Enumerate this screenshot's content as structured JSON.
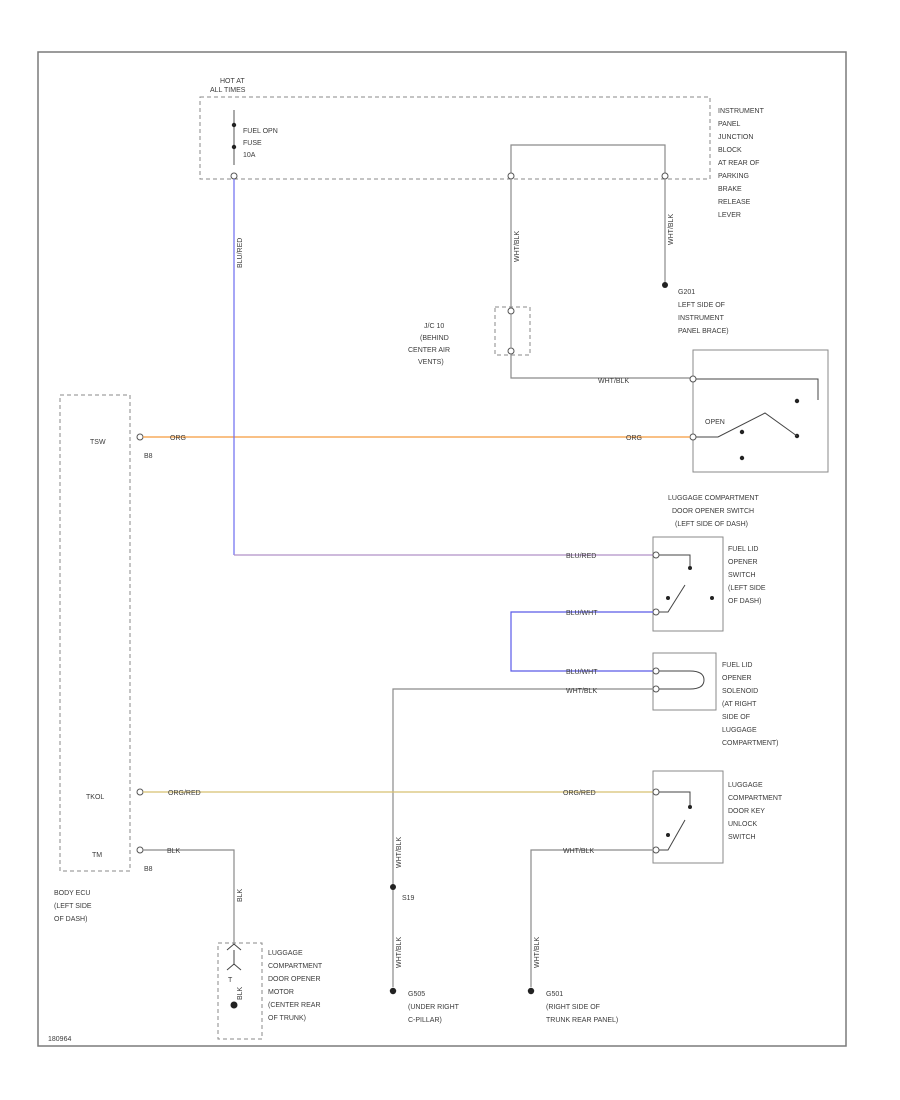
{
  "colors": {
    "orange_wire": "#f59a3c",
    "blue_wire": "#6b6bf0",
    "blue_red_wire": "#b090c8",
    "blue_wht_wire": "#5a5ae8",
    "orange_red_wire": "#d8c070",
    "gray_wire": "#8a8a8a"
  },
  "hot_at": [
    "HOT AT",
    "ALL TIMES"
  ],
  "fuse": [
    "FUEL OPN",
    "FUSE",
    "10A"
  ],
  "ipjb": [
    "INSTRUMENT",
    "PANEL",
    "JUNCTION",
    "BLOCK",
    "AT REAR OF",
    "PARKING",
    "BRAKE",
    "RELEASE",
    "LEVER"
  ],
  "ground_g201": [
    "G201",
    "LEFT SIDE OF",
    "INSTRUMENT",
    "PANEL BRACE)"
  ],
  "jc": [
    "J/C 10",
    "(BEHIND",
    "CENTER AIR",
    "VENTS)"
  ],
  "wires": {
    "wht_blk_1": "WHT/BLK",
    "wht_blk_2": "WHT/BLK",
    "wht_blk_trunk": "WHT/BLK",
    "wht_blk_main": "WHT/BLK",
    "wht_blk_sw": "WHT/BLK",
    "wht_blk_g501": "WHT/BLK",
    "wht_blk_v1": "WHT/BLK",
    "wht_blk_v2": "WHT/BLK",
    "blu_red_v": "BLU/RED",
    "blu_red_h": "BLU/RED",
    "org_1": "ORG",
    "org_2": "ORG",
    "blu_wht_1": "BLU/WHT",
    "blu_wht_2": "BLU/WHT",
    "org_red_1": "ORG/RED",
    "org_red_2": "ORG/RED",
    "blk_1": "BLK",
    "blk_2": "BLK",
    "blk_3": "BLK"
  },
  "ecu": {
    "pin_tsw": "TSW",
    "pin_tkol": "TKOL",
    "pin_tm": "TM",
    "conn_1": "B8",
    "conn_2": "B8",
    "label": [
      "BODY ECU",
      "(LEFT SIDE",
      "OF DASH)"
    ]
  },
  "trunk_switch": {
    "inside": "OPEN",
    "label": [
      "LUGGAGE COMPARTMENT",
      "DOOR OPENER SWITCH",
      "(LEFT SIDE OF DASH)"
    ]
  },
  "fuel_switch": [
    "FUEL LID",
    "OPENER",
    "SWITCH",
    "(LEFT SIDE",
    "OF DASH)"
  ],
  "solenoid": [
    "FUEL LID",
    "OPENER",
    "SOLENOID",
    "(AT RIGHT",
    "SIDE OF",
    "LUGGAGE",
    "COMPARTMENT)"
  ],
  "key_switch": [
    "LUGGAGE",
    "COMPARTMENT",
    "DOOR KEY",
    "UNLOCK",
    "SWITCH"
  ],
  "motor": [
    "LUGGAGE",
    "COMPARTMENT",
    "DOOR OPENER",
    "MOTOR",
    "(CENTER REAR",
    "OF TRUNK)"
  ],
  "motor_conn": "T",
  "splice": "S19",
  "g505": [
    "G505",
    "(UNDER RIGHT",
    "C-PILLAR)"
  ],
  "g501": [
    "G501",
    "(RIGHT SIDE OF",
    "TRUNK REAR PANEL)"
  ],
  "footer_id": "180964"
}
